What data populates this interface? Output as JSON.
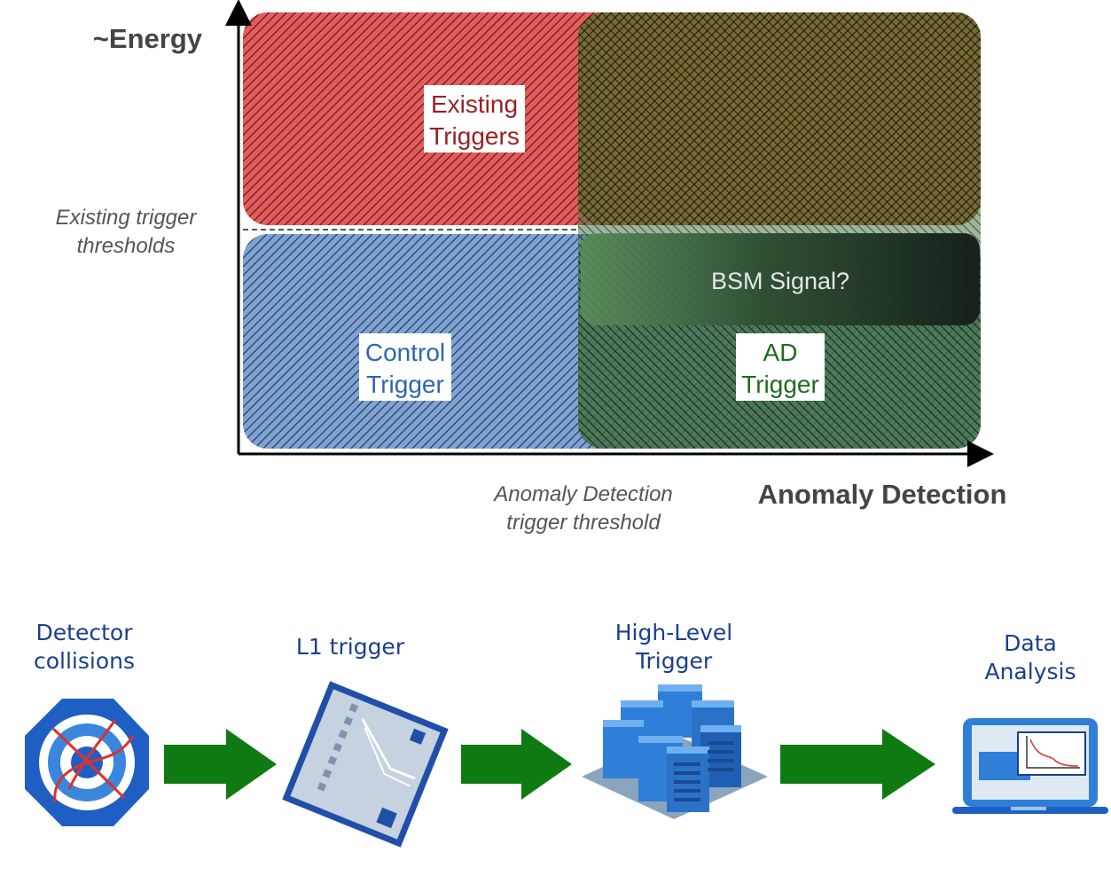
{
  "quadrant_chart": {
    "y_axis_label": "~Energy",
    "x_axis_label": "Anomaly Detection",
    "y_threshold_label": [
      "Existing trigger",
      "thresholds"
    ],
    "x_threshold_label": [
      "Anomaly Detection",
      "trigger threshold"
    ],
    "regions": {
      "existing_triggers": {
        "line1": "Existing",
        "line2": "Triggers",
        "fill": "#e85b5b",
        "text_color": "#9b1f1f"
      },
      "control_trigger": {
        "line1": "Control",
        "line2": "Trigger",
        "fill": "#7da3d6",
        "text_color": "#2b66b5"
      },
      "ad_trigger": {
        "line1": "AD",
        "line2": "Trigger",
        "fill": "#4a7a4a",
        "text_color": "#1f6b1f"
      },
      "overlap_fill": "#7a6d2a",
      "bsm_signal": "BSM Signal?"
    }
  },
  "pipeline": {
    "stages": [
      {
        "line1": "Detector",
        "line2": "collisions",
        "icon": "detector-icon"
      },
      {
        "line1": "L1 trigger",
        "line2": "",
        "icon": "chip-icon"
      },
      {
        "line1": "High-Level",
        "line2": "Trigger",
        "icon": "server-rack-icon"
      },
      {
        "line1": "Data",
        "line2": "Analysis",
        "icon": "laptop-icon"
      }
    ],
    "arrow_color": "#0f7a12",
    "icon_color": "#2f7fd8"
  }
}
